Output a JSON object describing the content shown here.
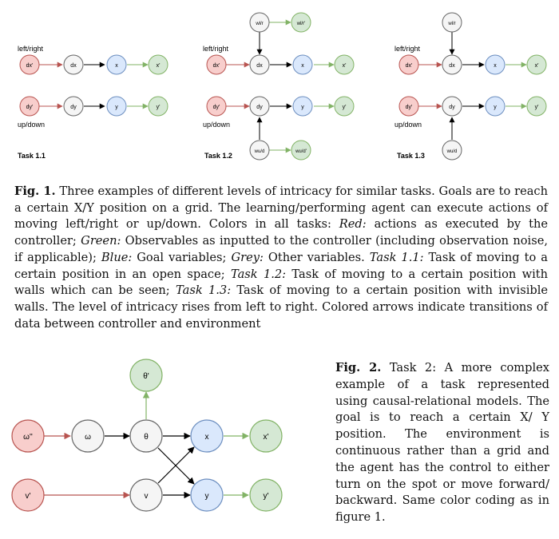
{
  "colors": {
    "red_fill": "#f8cecc",
    "red_stroke": "#b85450",
    "green_fill": "#d5e8d4",
    "green_stroke": "#82b366",
    "blue_fill": "#dae8fc",
    "blue_stroke": "#6c8ebf",
    "grey_fill": "#f5f5f5",
    "grey_stroke": "#666666"
  },
  "fig1": {
    "panels": [
      {
        "label": "Task 1.1",
        "lr_label": "left/right",
        "ud_label": "up/down",
        "nodes": {
          "dxr": "dx'",
          "dx": "dx",
          "x": "x",
          "xp": "x'",
          "dyr": "dy'",
          "dy": "dy",
          "y": "y",
          "yp": "y'"
        }
      },
      {
        "label": "Task 1.2",
        "lr_label": "left/right",
        "ud_label": "up/down",
        "nodes": {
          "dxr": "dx'",
          "dx": "dx",
          "x": "x",
          "xp": "x'",
          "dyr": "dy'",
          "dy": "dy",
          "y": "y",
          "yp": "y'",
          "wlr": "wl/r",
          "wlrp": "wl/r'",
          "wud": "wu/d",
          "wudp": "wu/d'"
        }
      },
      {
        "label": "Task 1.3",
        "lr_label": "left/right",
        "ud_label": "up/down",
        "nodes": {
          "dxr": "dx'",
          "dx": "dx",
          "x": "x",
          "xp": "x'",
          "dyr": "dy'",
          "dy": "dy",
          "y": "y",
          "yp": "y'",
          "wlr": "wl/r",
          "wud": "wu/d"
        }
      }
    ],
    "caption": {
      "label": "Fig. 1.",
      "t1": " Three examples of different levels of intricacy for similar tasks. Goals are to reach a certain X/Y position on a grid. The learning/performing agent can execute actions of moving left/right or up/down. Colors in all tasks: ",
      "red": "Red:",
      "t2": " actions as executed by the controller; ",
      "green": "Green:",
      "t3": " Observables as inputted to the controller (including observation noise, if applicable); ",
      "blue": "Blue:",
      "t4": " Goal variables; ",
      "grey": "Grey:",
      "t5": " Other variables. ",
      "task11": "Task 1.1:",
      "t6": " Task of moving to a certain position in an open space; ",
      "task12": "Task 1.2:",
      "t7": " Task of moving to a certain position with walls which can be seen; ",
      "task13": "Task 1.3:",
      "t8": " Task of moving to a certain position with invisible walls. The level of intricacy rises from left to right. Colored arrows indicate transitions of data between controller and environment"
    }
  },
  "fig2": {
    "nodes": {
      "omega_r": "ω''",
      "omega": "ω",
      "theta": "θ",
      "theta_p": "θ'",
      "x": "x",
      "xp": "x'",
      "v_r": "v'",
      "v": "v",
      "y": "y",
      "yp": "y'"
    },
    "caption": {
      "label": "Fig. 2.",
      "text": " Task 2: A more complex example of a task represented using causal-relational models. The goal is to reach a certain X/ Y position. The environment is continuous rather than a grid and the agent has the control to either turn on the spot or move forward/ backward. Same color coding as in figure 1."
    }
  }
}
